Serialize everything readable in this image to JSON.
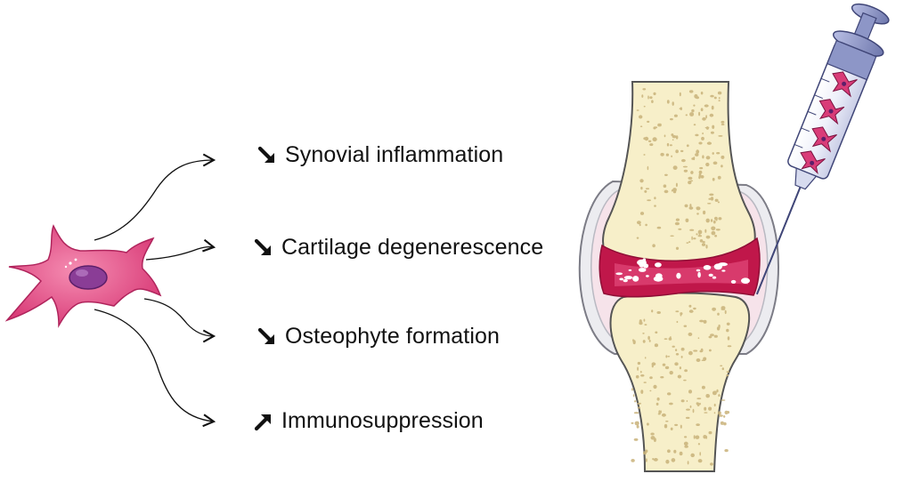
{
  "effects": [
    {
      "direction": "down",
      "arrow_icon": "arrow-down-right-icon",
      "label": "Synovial inflammation"
    },
    {
      "direction": "down",
      "arrow_icon": "arrow-down-right-icon",
      "label": "Cartilage degenerescence"
    },
    {
      "direction": "down",
      "arrow_icon": "arrow-down-right-icon",
      "label": "Osteophyte formation"
    },
    {
      "direction": "up",
      "arrow_icon": "arrow-up-right-icon",
      "label": "Immunosuppression"
    }
  ],
  "colors": {
    "cell_body": "#e9578f",
    "cell_nucleus": "#8a3d96",
    "bone": "#f7efc9",
    "bone_pores": "#c9b27a",
    "inflammation": "#c0174a",
    "capsule": "#c9c9cf",
    "syringe_plunger": "#8d96c7"
  }
}
